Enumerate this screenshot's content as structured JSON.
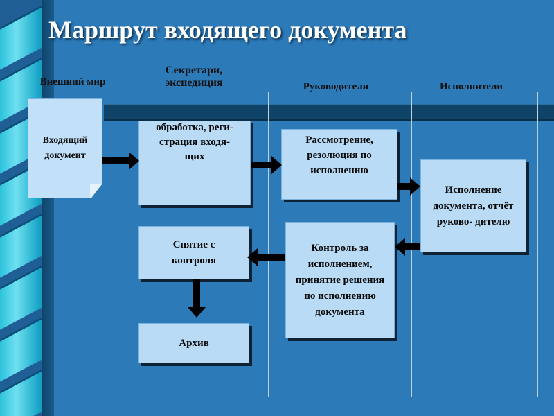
{
  "title": "Маршрут входящего документа",
  "columns": {
    "external": "Внешний мир",
    "secretaries": "Секретари, экспедиция",
    "managers": "Руководители",
    "executors": "Исполнители"
  },
  "boxes": {
    "incoming": "Входящий документ",
    "processing": "Экспедицион ная обработка, реги- страция входя- щих",
    "review": "Рассмотрение, резолюция по исполнению",
    "execution": "Исполнение документа, отчёт руково- дителю",
    "control": "Контроль за исполнением, принятие решения по исполнению документа",
    "removal": "Снятие с контроля",
    "archive": "Архив"
  },
  "colors": {
    "background": "#2d7ab8",
    "box_fill": "#b9dbf6",
    "title_text": "#ffffff",
    "arrow": "#000000"
  }
}
